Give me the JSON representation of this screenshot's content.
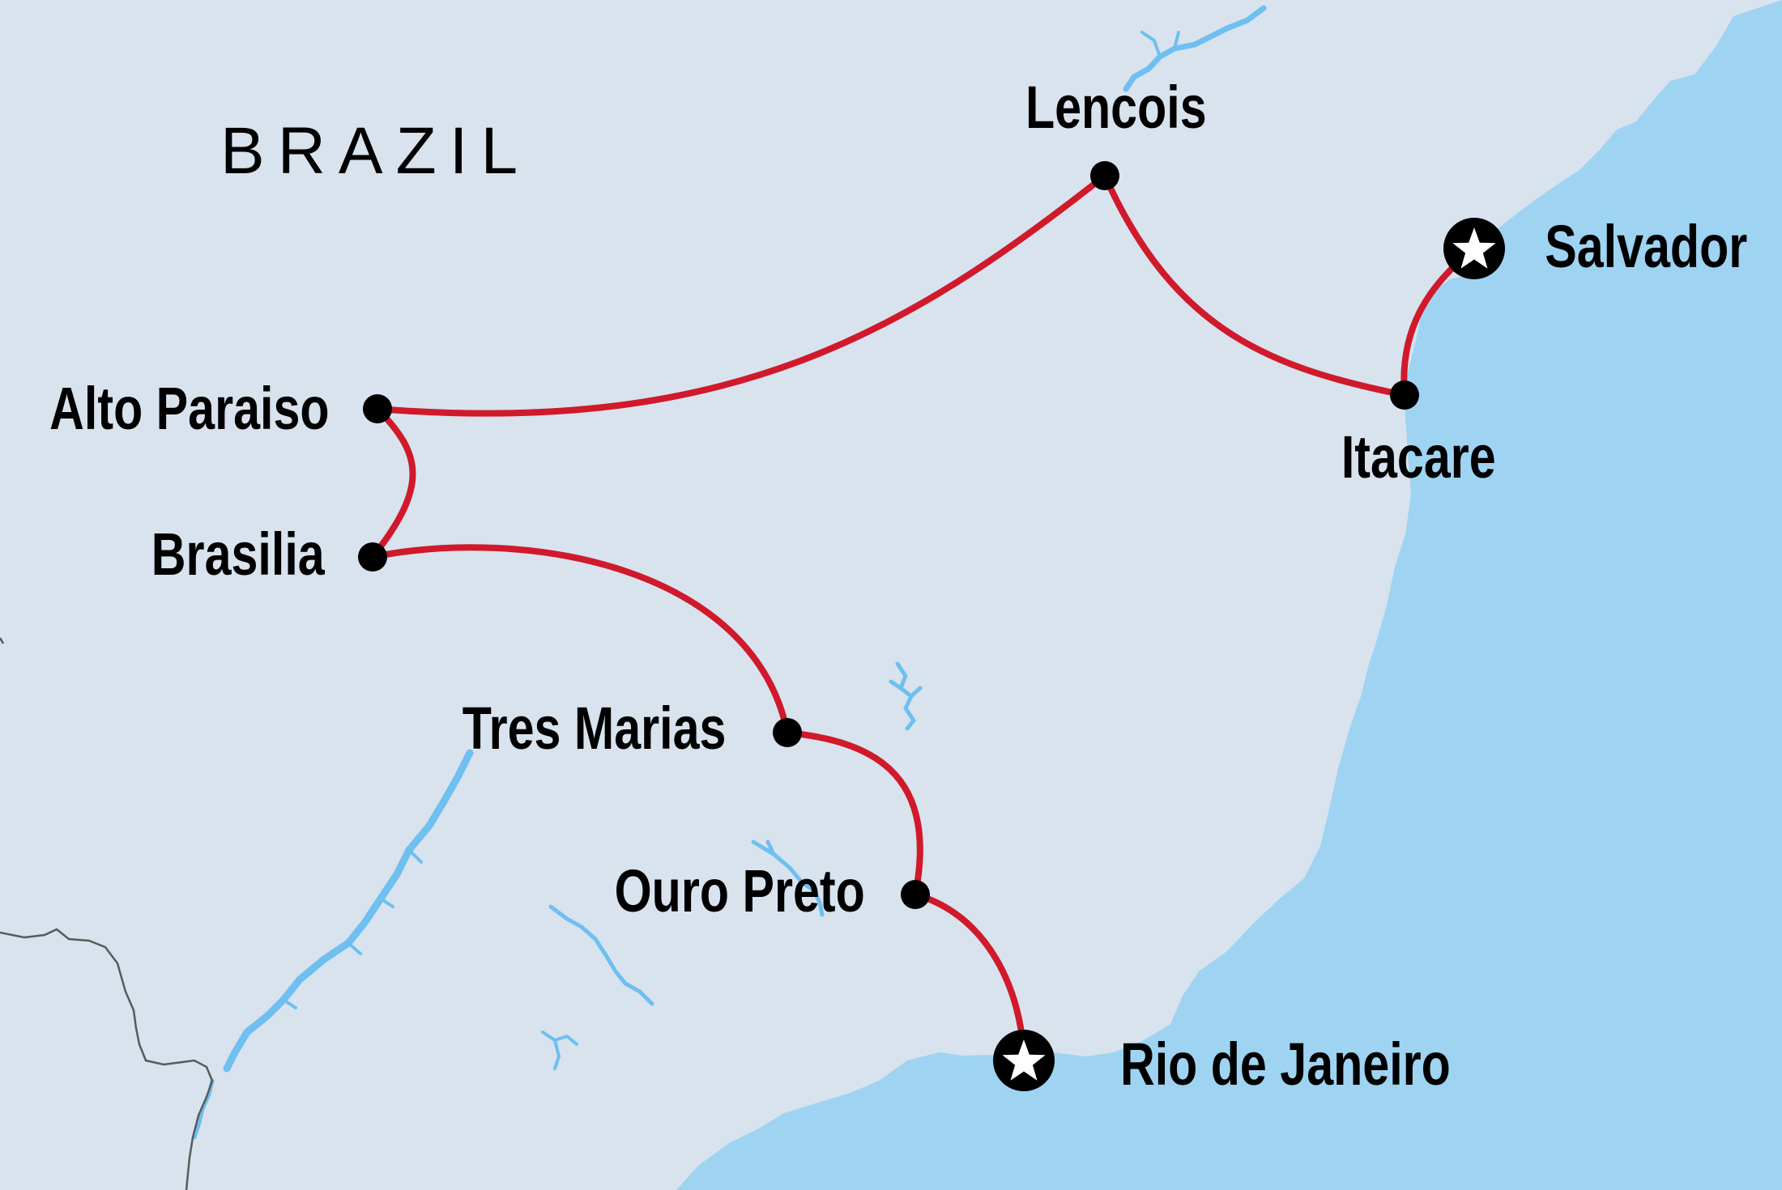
{
  "country_label": "BRAZIL",
  "colors": {
    "land": "#d8e3ee",
    "sea": "#9fd3f2",
    "water_features": "#6fbff0",
    "border": "#5a5a5a",
    "route": "#d0192b",
    "stop_marker": "#000000",
    "star_fill": "#ffffff",
    "label": "#000000"
  },
  "map": {
    "stops": [
      {
        "id": "lencois",
        "name": "Lencois",
        "marker": "dot"
      },
      {
        "id": "salvador",
        "name": "Salvador",
        "marker": "star",
        "endpoint": true
      },
      {
        "id": "itacare",
        "name": "Itacare",
        "marker": "dot"
      },
      {
        "id": "alto-paraiso",
        "name": "Alto Paraiso",
        "marker": "dot"
      },
      {
        "id": "brasilia",
        "name": "Brasilia",
        "marker": "dot"
      },
      {
        "id": "tres-marias",
        "name": "Tres Marias",
        "marker": "dot"
      },
      {
        "id": "ouro-preto",
        "name": "Ouro Preto",
        "marker": "dot"
      },
      {
        "id": "rio-de-janeiro",
        "name": "Rio de Janeiro",
        "marker": "star",
        "endpoint": true
      }
    ],
    "route_order": [
      "rio-de-janeiro",
      "ouro-preto",
      "tres-marias",
      "brasilia",
      "alto-paraiso",
      "lencois",
      "itacare",
      "salvador"
    ],
    "icons": {
      "dot": "circle-stop-icon",
      "star": "star-endpoint-icon"
    }
  }
}
